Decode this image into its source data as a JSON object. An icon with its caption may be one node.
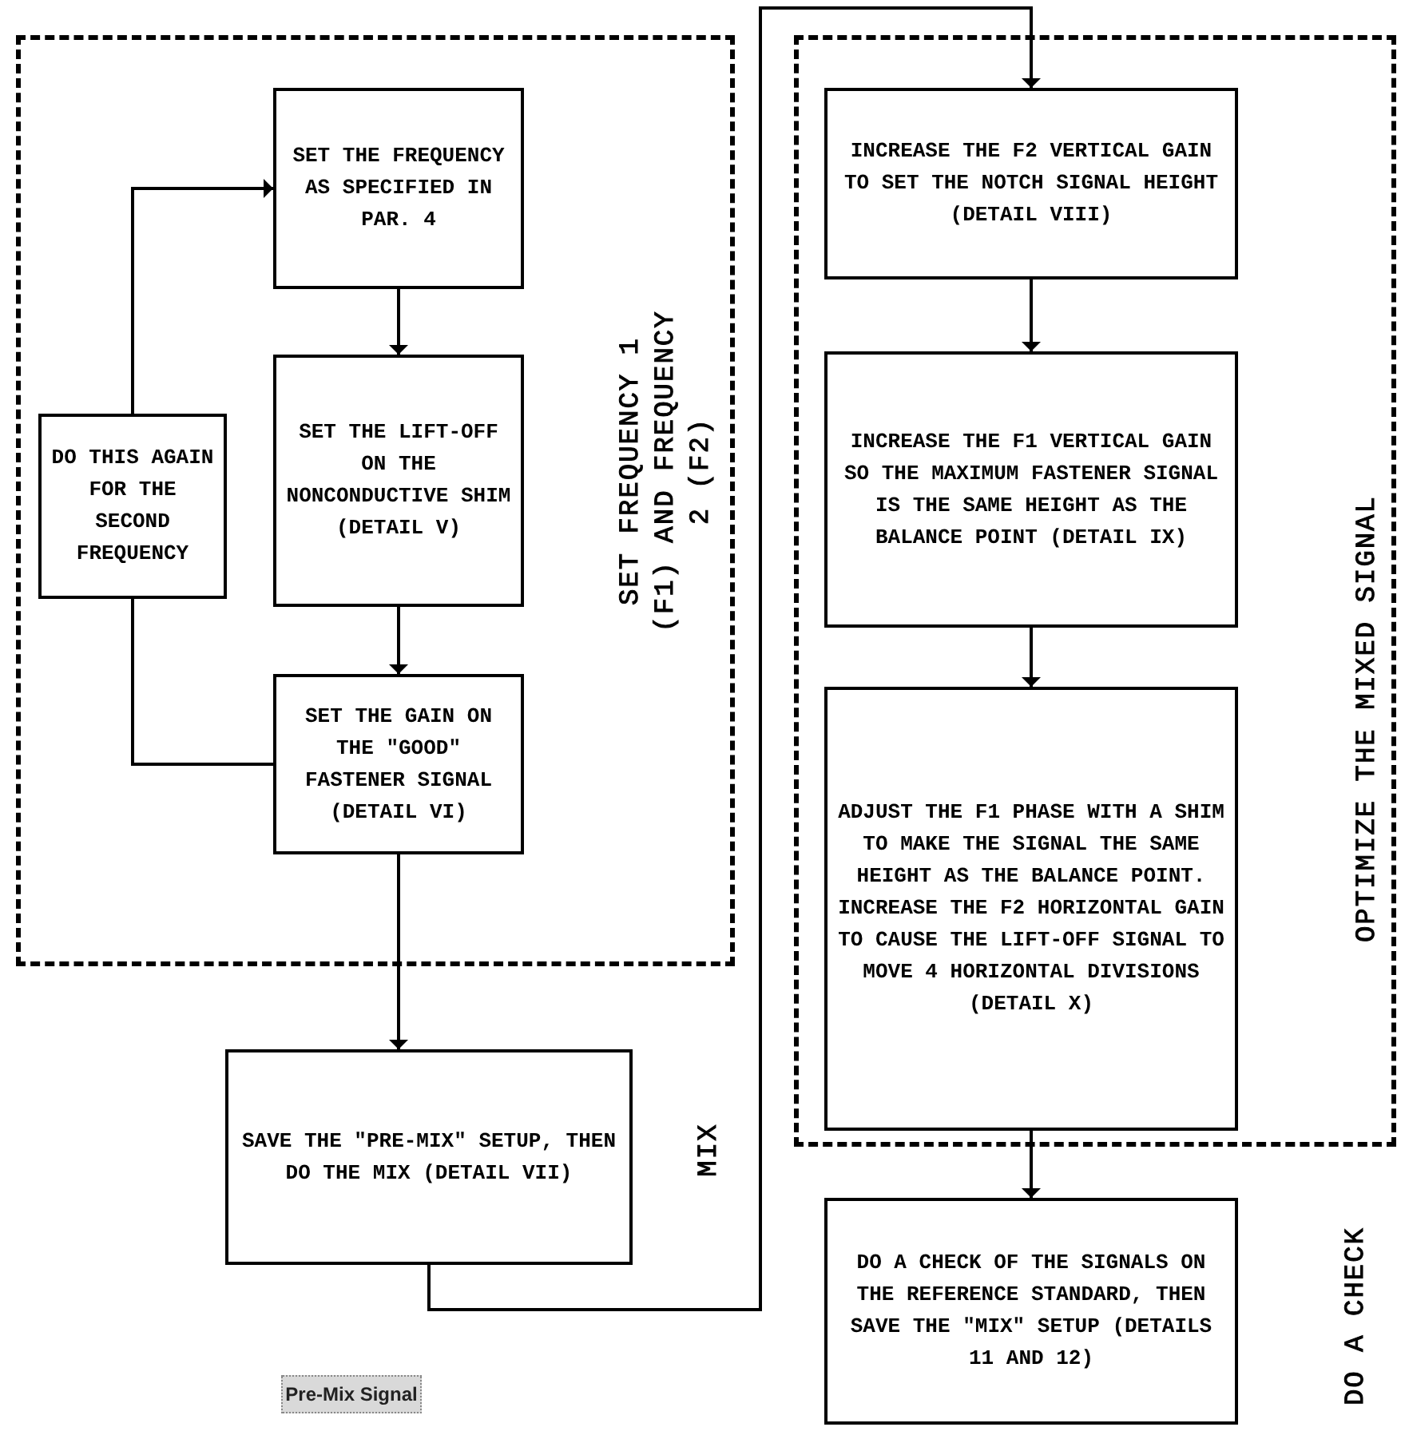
{
  "diagram": {
    "nodes": [
      {
        "text": [
          "SET FREQUENCY 1 (F1) AND FREQUENCY 2 (F2)"
        ]
      },
      {
        "text": [
          "SET THE FREQUENCY AS SPECIFIED IN PAR. 4"
        ],
        "in": 0
      },
      {
        "text": [
          "DO THIS AGAIN FOR THE SECOND FREQUENCY"
        ],
        "in": 0
      },
      {
        "text": [
          "SET THE LIFT-OFF ON THE NONCONDUCTIVE SHIM (DETAIL V)"
        ],
        "in": 0
      },
      {
        "text": [
          "SET THE GAIN ON THE \"GOOD\" FASTENER SIGNAL (DETAIL VI)"
        ],
        "in": 0
      },
      {
        "text": [
          "SAVE THE \"PRE-MIX\" SETUP, THEN DO THE MIX (DETAIL VII)"
        ],
        "beside": [
          "MIX"
        ]
      },
      {
        "text": [
          "OPTIMIZE THE MIXED SIGNAL"
        ]
      },
      {
        "text": [
          "INCREASE THE F2 VERTICAL GAIN TO SET THE NOTCH SIGNAL HEIGHT (DETAIL VIII)"
        ],
        "in": 6
      },
      {
        "text": [
          "INCREASE THE F1 VERTICAL GAIN SO THE MAXIMUM FASTENER SIGNAL IS THE SAME HEIGHT AS THE BALANCE POINT (DETAIL IX)"
        ],
        "in": 6
      },
      {
        "text": [
          "ADJUST THE F1 PHASE WITH A SHIM TO MAKE THE SIGNAL THE SAME HEIGHT AS THE BALANCE POINT. INCREASE THE F2 HORIZONTAL GAIN TO CAUSE THE LIFT-OFF SIGNAL TO MOVE 4 HORIZONTAL DIVISIONS (DETAIL X)"
        ],
        "in": 6
      },
      {
        "text": [
          "DO A CHECK OF THE SIGNALS ON THE REFERENCE STANDARD, THEN SAVE THE \"MIX\" SETUP (DETAILS 11 AND 12)"
        ],
        "beside": [
          "DO A CHECK"
        ]
      },
      {
        "text": [
          "Pre-Mix Signal"
        ]
      }
    ],
    "edges": [
      {
        "from": 1,
        "to": 3,
        "arrow": "to"
      },
      {
        "from": 3,
        "to": 4,
        "arrow": "to"
      },
      {
        "from": 4,
        "to": 2,
        "arrow": "none"
      },
      {
        "from": 2,
        "to": 1,
        "arrow": "to"
      },
      {
        "from": 4,
        "to": 5,
        "arrow": "to"
      },
      {
        "from": 5,
        "to": 7,
        "arrow": "to"
      },
      {
        "from": 7,
        "to": 8,
        "arrow": "to"
      },
      {
        "from": 8,
        "to": 9,
        "arrow": "to"
      },
      {
        "from": 9,
        "to": 10,
        "arrow": "to"
      }
    ]
  }
}
